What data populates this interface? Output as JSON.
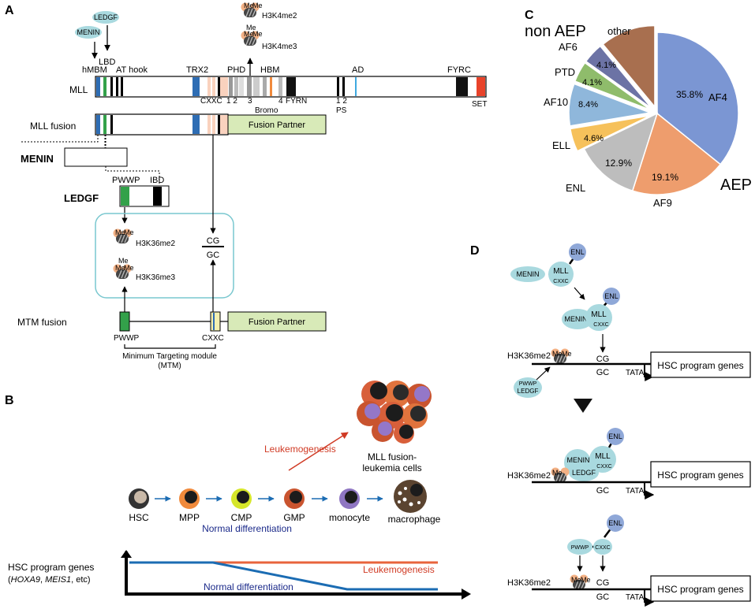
{
  "colors": {
    "mll_blue": "#2e6db4",
    "green": "#33a14a",
    "pink_light": "#f9d2be",
    "orange": "#f08a3c",
    "red": "#e8432a",
    "cyan": "#3fa9e0",
    "teal_outline": "#79c7cf",
    "protein": "#a9d9df",
    "enl": "#8fa8d8",
    "fusion_partner": "#d8eab8",
    "me_orange": "#f3b185",
    "nav_blue": "#1b6cb3",
    "normal_diff": "#1b2a8a",
    "leukemo": "#d03a24"
  },
  "panel_a": {
    "label": "A",
    "menin": "MENIN",
    "ledgf": "LEDGF",
    "h3k4me2": "H3K4me2",
    "h3k4me3": "H3K4me3",
    "me": "Me",
    "lbd": "LBD",
    "hmbm": "hMBM",
    "at_hook": "AT hook",
    "trx2": "TRX2",
    "phd": "PHD",
    "hbm": "HBM",
    "ad": "AD",
    "fyrc": "FYRC",
    "mll": "MLL",
    "cxxc": "CXXC",
    "phd_nums": "1 2",
    "three": "3",
    "four": "4",
    "fyrn": "FYRN",
    "bromo": "Bromo",
    "ps_nums": "1 2",
    "ps": "PS",
    "set": "SET",
    "mll_fusion": "MLL fusion",
    "fusion_partner": "Fusion Partner",
    "menin_box": "MENIN",
    "pwwp": "PWWP",
    "ibd": "IBD",
    "ledgf_box": "LEDGF",
    "h3k36me2": "H3K36me2",
    "h3k36me3": "H3K36me3",
    "cg": "CG",
    "gc": "GC",
    "mtm_fusion": "MTM fusion",
    "mtm_partner": "Fusion Partner",
    "pwwp_bottom": "PWWP",
    "cxxc_bottom": "CXXC",
    "mtm_caption_1": "Minimum Targeting module",
    "mtm_caption_2": "(MTM)"
  },
  "panel_b": {
    "label": "B",
    "leukemogenesis": "Leukemogenesis",
    "leuk_cells_1": "MLL fusion-",
    "leuk_cells_2": "leukemia cells",
    "cells": [
      "HSC",
      "MPP",
      "CMP",
      "GMP",
      "monocyte",
      "macrophage"
    ],
    "normal_differentiation": "Normal differentiation",
    "hsc_program_1": "HSC program genes",
    "hsc_program_2_open": "(",
    "hoxa9": "HOXA9",
    "comma": ", ",
    "meis1": "MEIS1",
    "etc": ", etc)",
    "graph_leuk": "Leukemogenesis",
    "graph_normal": "Normal differentiation"
  },
  "panel_c": {
    "label": "C",
    "non_aep": "non AEP",
    "aep": "AEP",
    "chart_data": {
      "type": "pie",
      "categories": [
        "AF4",
        "AF9",
        "ENL",
        "ELL",
        "AF10",
        "PTD",
        "AF6",
        "other"
      ],
      "values": [
        35.8,
        19.1,
        12.9,
        4.6,
        8.4,
        4.1,
        4.1,
        11.0
      ],
      "value_labels": [
        "35.8%",
        "19.1%",
        "12.9%",
        "4.6%",
        "8.4%",
        "4.1%",
        "4.1%",
        ""
      ],
      "colors": [
        "#7b96d3",
        "#ee9d6d",
        "#bdbdbd",
        "#f6c15b",
        "#8fb7db",
        "#8fbc6b",
        "#6c73a5",
        "#a86f4f"
      ],
      "exploded": [
        false,
        false,
        false,
        true,
        true,
        true,
        true,
        true
      ]
    }
  },
  "panel_d": {
    "label": "D",
    "menin": "MENIN",
    "enl": "ENL",
    "mll": "MLL",
    "cxxc": "CXXC",
    "h3k36me2": "H3K36me2",
    "me": "Me",
    "cg": "CG",
    "gc": "GC",
    "tata": "TATA",
    "pwwp": "PWWP",
    "ledgf": "LEDGF",
    "hsc_program_genes": "HSC program genes"
  }
}
